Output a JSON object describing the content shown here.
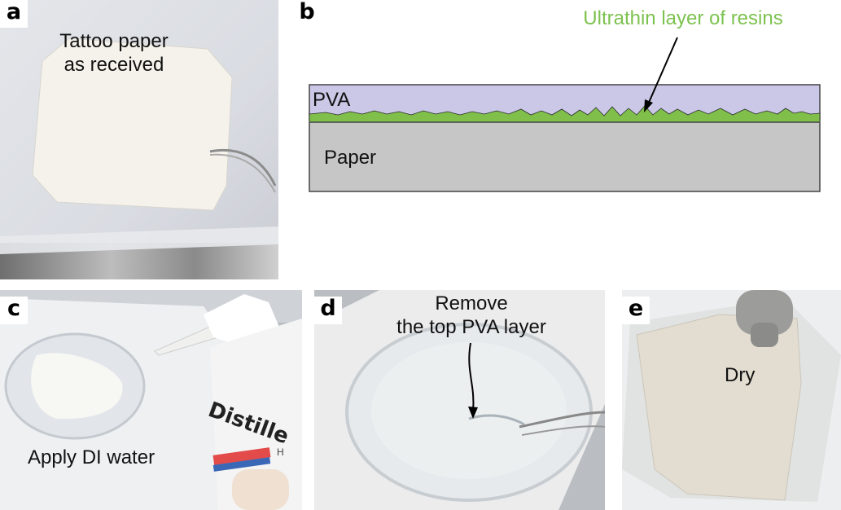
{
  "panels": {
    "a": {
      "letter": "a",
      "caption_line1": "Tattoo paper",
      "caption_line2": "as received"
    },
    "b": {
      "letter": "b",
      "layer_top": "PVA",
      "layer_bottom": "Paper",
      "annotation": "Ultrathin layer of resins"
    },
    "c": {
      "letter": "c",
      "caption": "Apply DI water",
      "bottle_text": "Distille",
      "bottle_small": "H"
    },
    "d": {
      "letter": "d",
      "caption_line1": "Remove",
      "caption_line2": "the top PVA layer"
    },
    "e": {
      "letter": "e",
      "caption": "Dry"
    }
  },
  "colors": {
    "pva": "#cac8e6",
    "resin": "#7fbf4a",
    "paper_layer": "#c6c6c6",
    "annotation_text": "#7dc24f"
  }
}
